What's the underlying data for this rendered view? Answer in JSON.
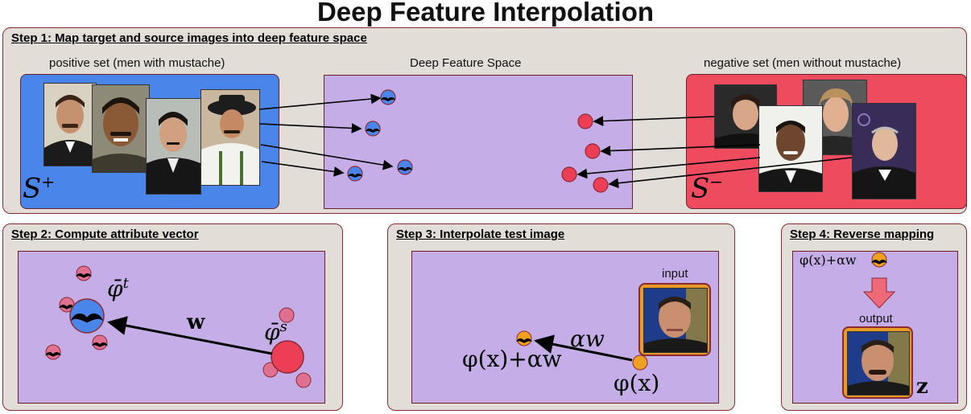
{
  "title": "Deep Feature Interpolation",
  "step1": {
    "title": "Step 1: Map target and source images into deep feature space",
    "positive_label": "positive set (men with mustache)",
    "space_label": "Deep Feature Space",
    "negative_label": "negative set (men without mustache)",
    "s_plus": "S",
    "s_plus_sup": "+",
    "s_minus": "S",
    "s_minus_sup": "−"
  },
  "step2": {
    "title": "Step 2: Compute attribute vector",
    "phi_t": "φ̄",
    "phi_t_sup": "t",
    "phi_s": "φ̄",
    "phi_s_sup": "s",
    "w": "w"
  },
  "step3": {
    "title": "Step 3: Interpolate test image",
    "input_label": "input",
    "alpha_w": "αw",
    "phi_x_alpha_w": "φ(x)+αw",
    "phi_x": "φ(x)"
  },
  "step4": {
    "title": "Step 4: Reverse mapping",
    "formula": "φ(x)+αw",
    "output_label": "output",
    "z": "z"
  },
  "colors": {
    "panel": "#e2ddd6",
    "feature_space": "#c5aee8",
    "positive_bg": "#4a86ea",
    "negative_bg": "#ee4b5e",
    "blue_node": "#4a86ea",
    "red_node": "#ec3e55",
    "pink_node": "#e07090",
    "orange_node": "#f0a020"
  }
}
